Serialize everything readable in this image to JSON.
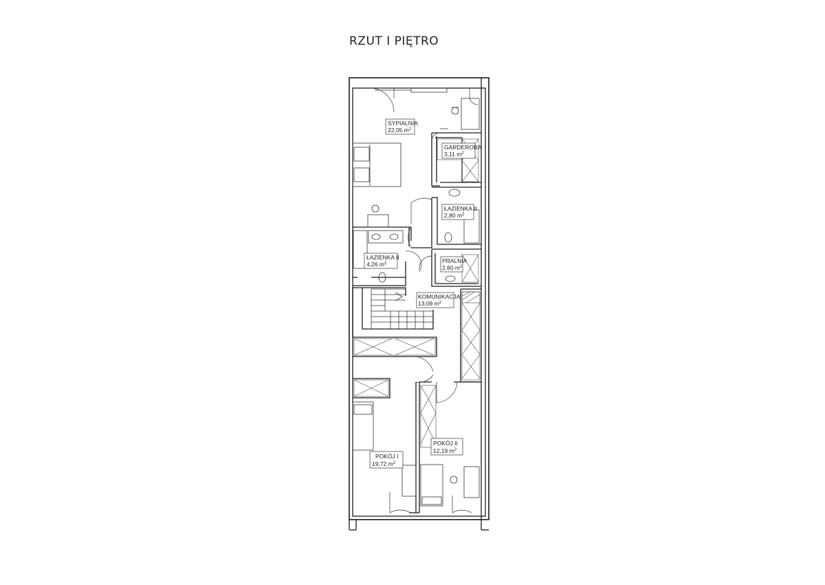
{
  "title": "RZUT I PIĘTRO",
  "rooms": [
    {
      "name": "SYPIALNIA",
      "area": "22,05"
    },
    {
      "name": "GARDEROBA",
      "area": "3,11"
    },
    {
      "name": "ŁAZIENKA II",
      "area": "2,80"
    },
    {
      "name": "ŁAZIENKA II",
      "area": "4,26"
    },
    {
      "name": "PRALNIA",
      "area": "2,60"
    },
    {
      "name": "KOMUNIKACJA",
      "area": "13,09"
    },
    {
      "name": "POKÓJ I",
      "area": "19,72"
    },
    {
      "name": "POKÓJ II",
      "area": "12,19"
    }
  ],
  "area_unit": "m",
  "area_unit_exp": "2"
}
